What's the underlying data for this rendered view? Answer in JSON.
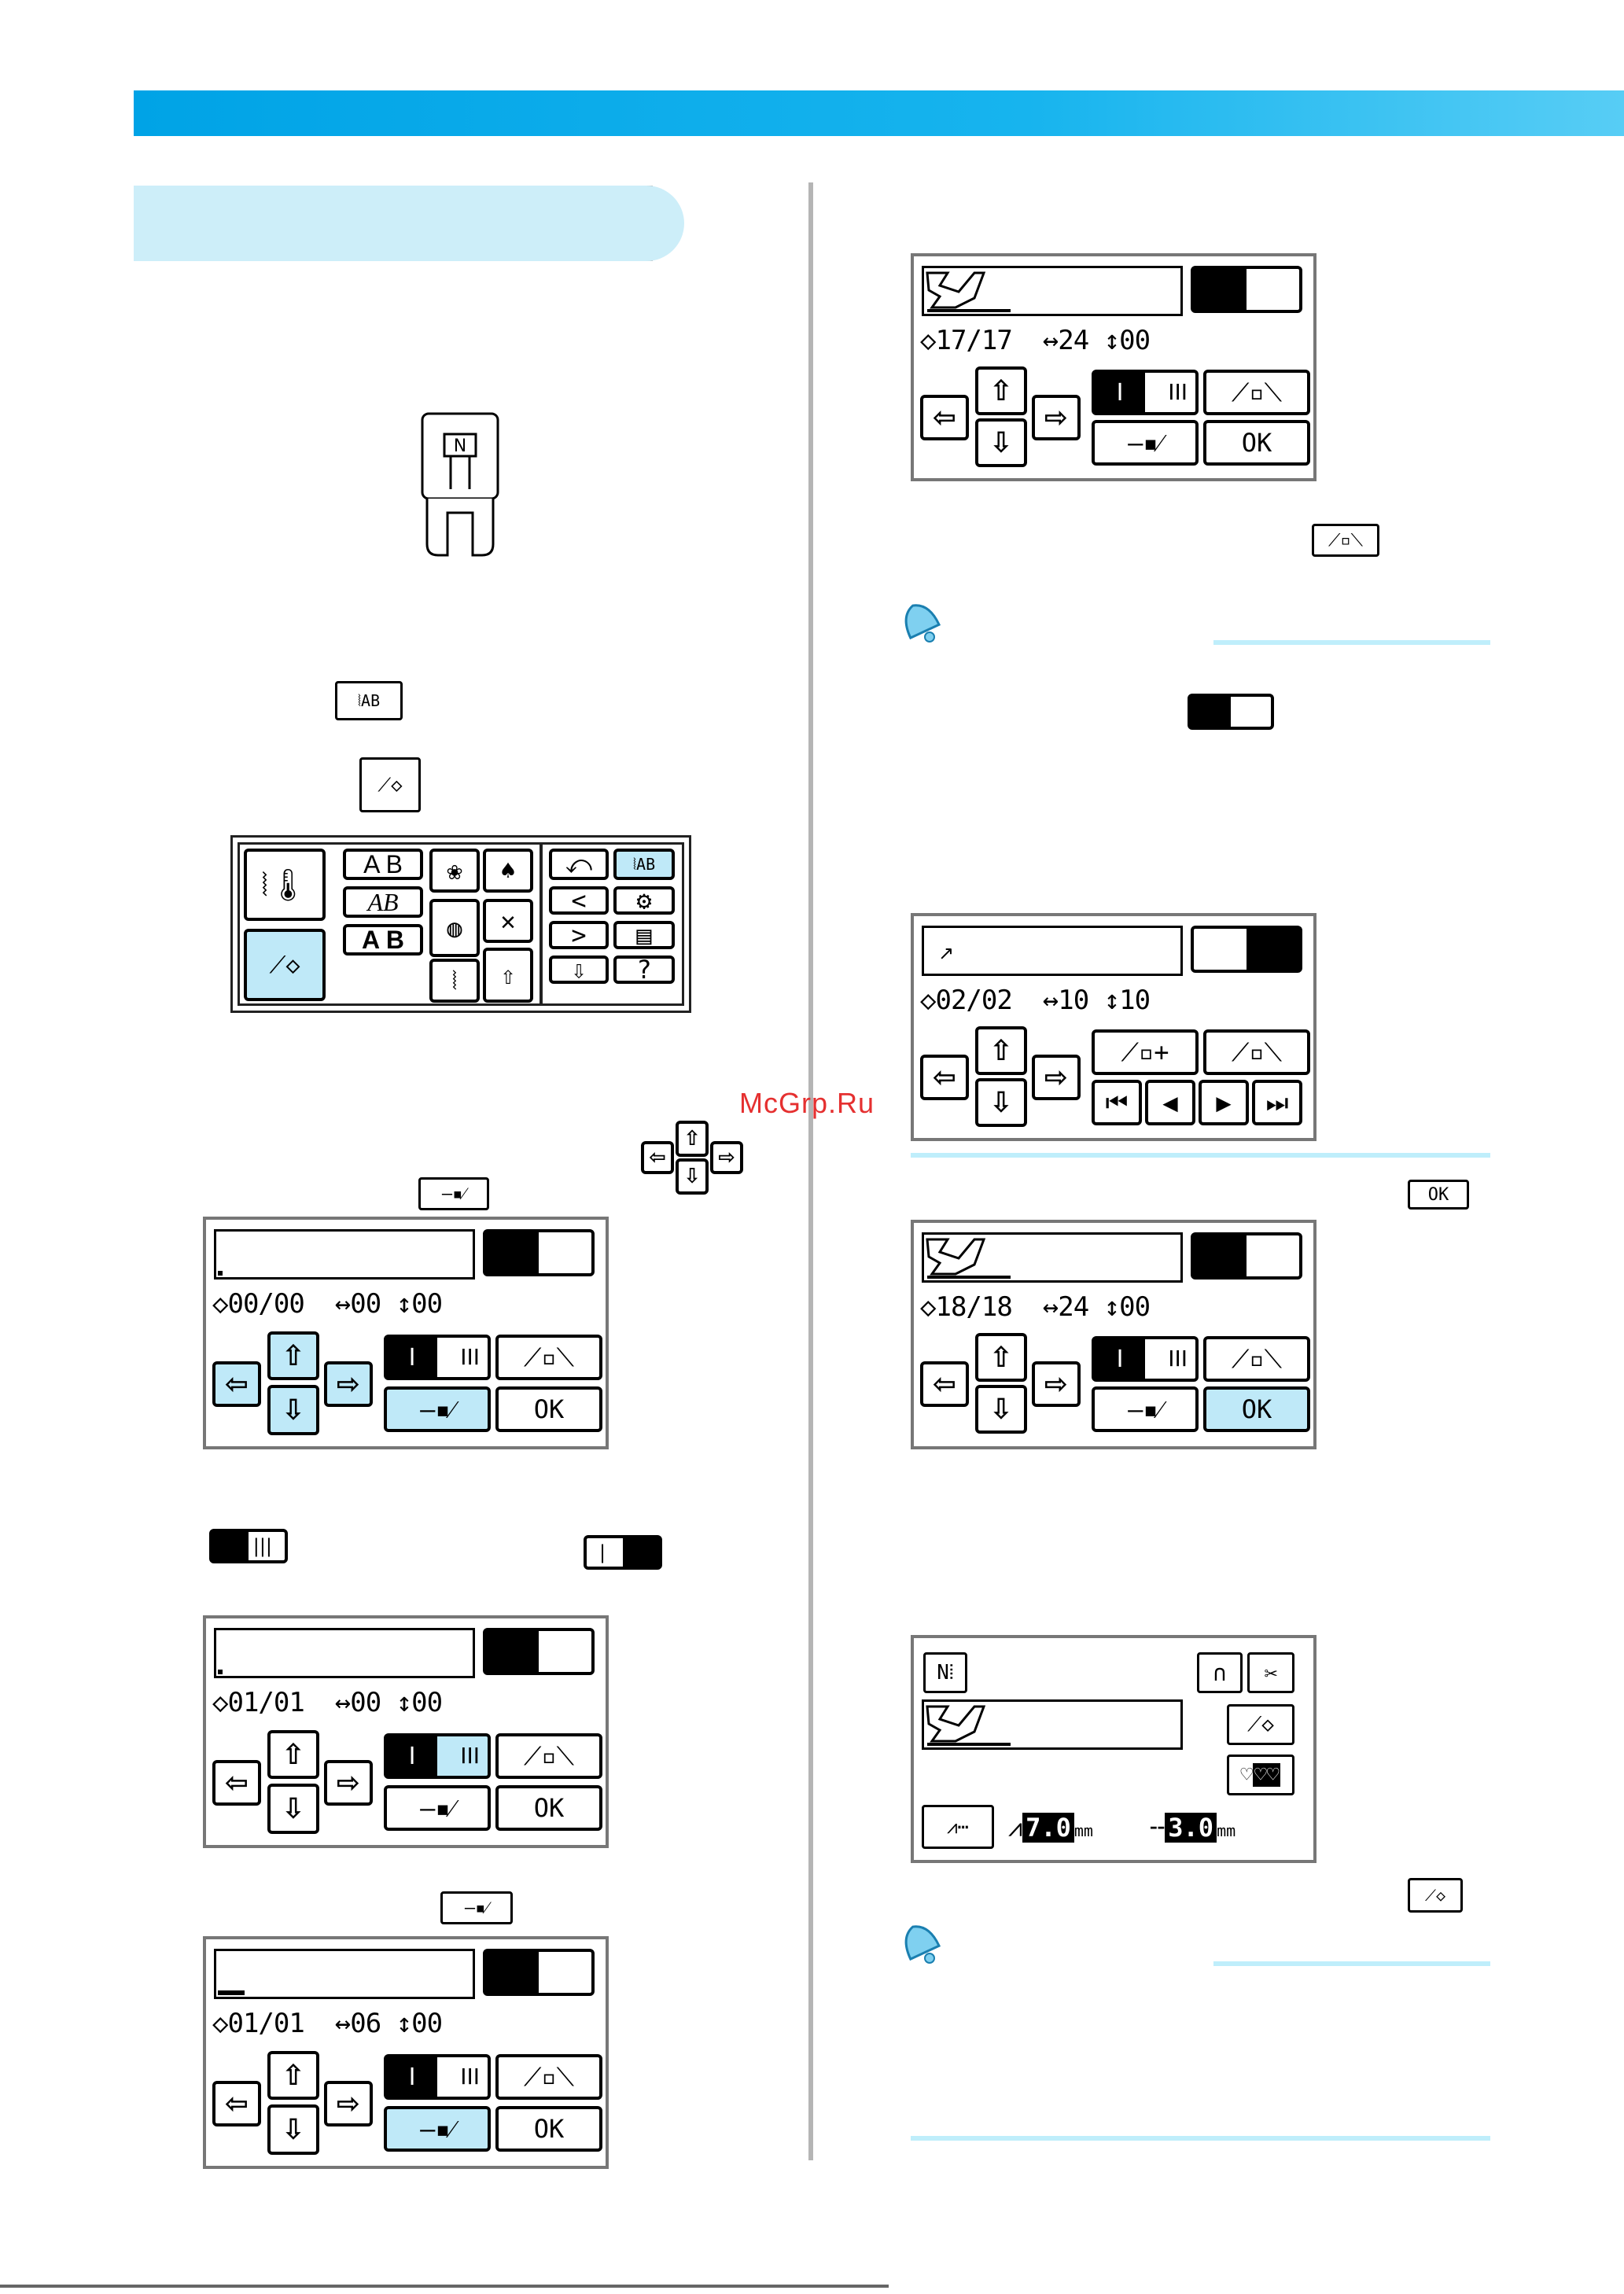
{
  "watermark": "McGrp.Ru",
  "screens": {
    "s1": {
      "counter": "00/00",
      "width": "00",
      "height": "00",
      "single": "I",
      "triple": "III",
      "ok": "OK"
    },
    "s2": {
      "counter": "01/01",
      "width": "00",
      "height": "00",
      "single": "I",
      "triple": "III",
      "ok": "OK"
    },
    "s3": {
      "counter": "01/01",
      "width": "06",
      "height": "00",
      "single": "I",
      "triple": "III",
      "ok": "OK"
    },
    "s4": {
      "counter": "17/17",
      "width": "24",
      "height": "00",
      "single": "I",
      "triple": "III",
      "ok": "OK"
    },
    "s5": {
      "counter": "02/02",
      "width": "10",
      "height": "10"
    },
    "s6": {
      "counter": "18/18",
      "width": "24",
      "height": "00",
      "single": "I",
      "triple": "III",
      "ok": "OK"
    },
    "s7": {
      "length_value": "7.0",
      "length_unit": "mm",
      "density_value": "3.0",
      "density_unit": "mm"
    }
  },
  "inline_buttons": {
    "ok_label": "OK"
  },
  "colors": {
    "header_bar": "#0aa8ea",
    "highlight": "#bfe9f8",
    "note_rule": "#bfeefb"
  },
  "icons": [
    "presser-foot-n-icon",
    "character-decorative-stitch-icon",
    "my-custom-stitch-icon",
    "bell-memo-icon",
    "arrow-keys-icon"
  ]
}
